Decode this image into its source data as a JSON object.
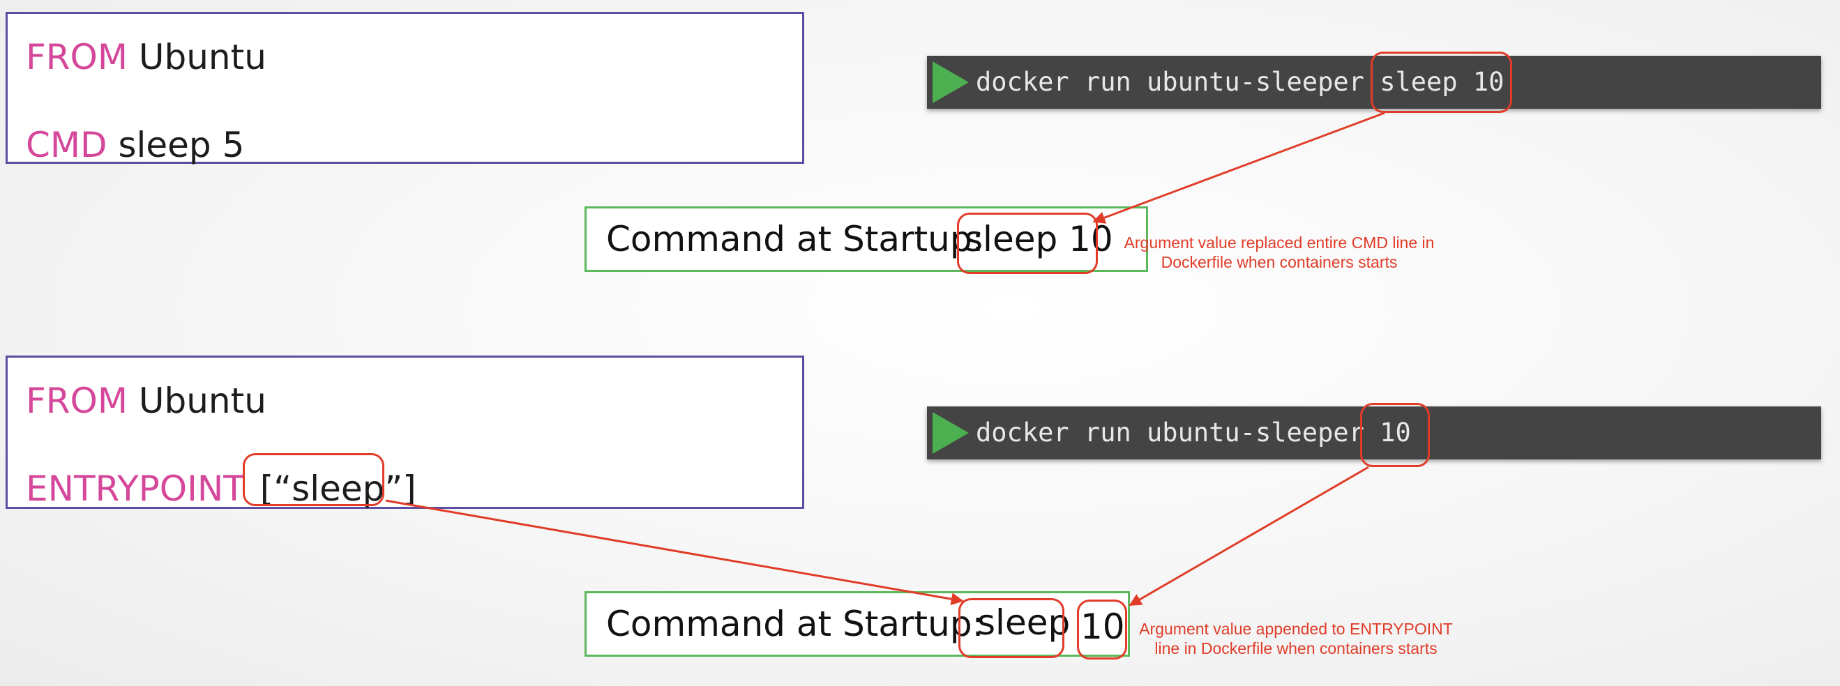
{
  "top": {
    "dockerfile": {
      "line1_kw": "FROM",
      "line1_val": "Ubuntu",
      "line2_kw": "CMD",
      "line2_val": "sleep 5"
    },
    "terminal": {
      "command": "docker run ubuntu-sleeper",
      "arg": "sleep 10"
    },
    "startup": {
      "label": "Command at Startup:",
      "value": "sleep 10"
    },
    "note": {
      "line1": "Argument value replaced entire CMD line in",
      "line2": "Dockerfile when containers starts"
    }
  },
  "bottom": {
    "dockerfile": {
      "line1_kw": "FROM",
      "line1_val": "Ubuntu",
      "line2_kw": "ENTRYPOINT",
      "line2_val": "[“sleep”]"
    },
    "terminal": {
      "command": "docker run ubuntu-sleeper",
      "arg": "10"
    },
    "startup": {
      "label": "Command at Startup:",
      "value1": "sleep",
      "value2": "10"
    },
    "note": {
      "line1": "Argument value appended to ENTRYPOINT",
      "line2": "line in Dockerfile when containers starts"
    }
  },
  "colors": {
    "keyword": "#d5479a",
    "dockerfile_border": "#5b4ea3",
    "startup_border": "#5cb85c",
    "terminal_bg": "#444444",
    "highlight": "#e03c28",
    "play_icon": "#4caf50"
  }
}
